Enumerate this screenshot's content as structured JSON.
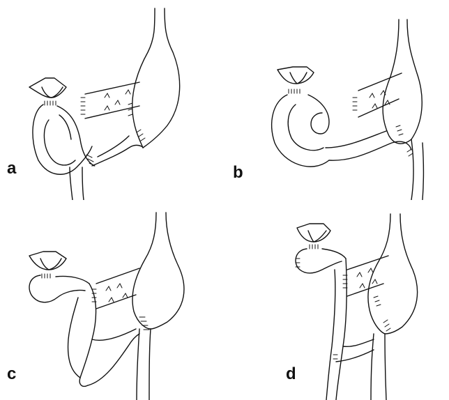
{
  "figure": {
    "panels": [
      {
        "id": "a",
        "label": "a"
      },
      {
        "id": "b",
        "label": "b"
      },
      {
        "id": "c",
        "label": "c"
      },
      {
        "id": "d",
        "label": "d"
      }
    ]
  },
  "colors": {
    "ink": "#111111",
    "background": "#ffffff"
  }
}
